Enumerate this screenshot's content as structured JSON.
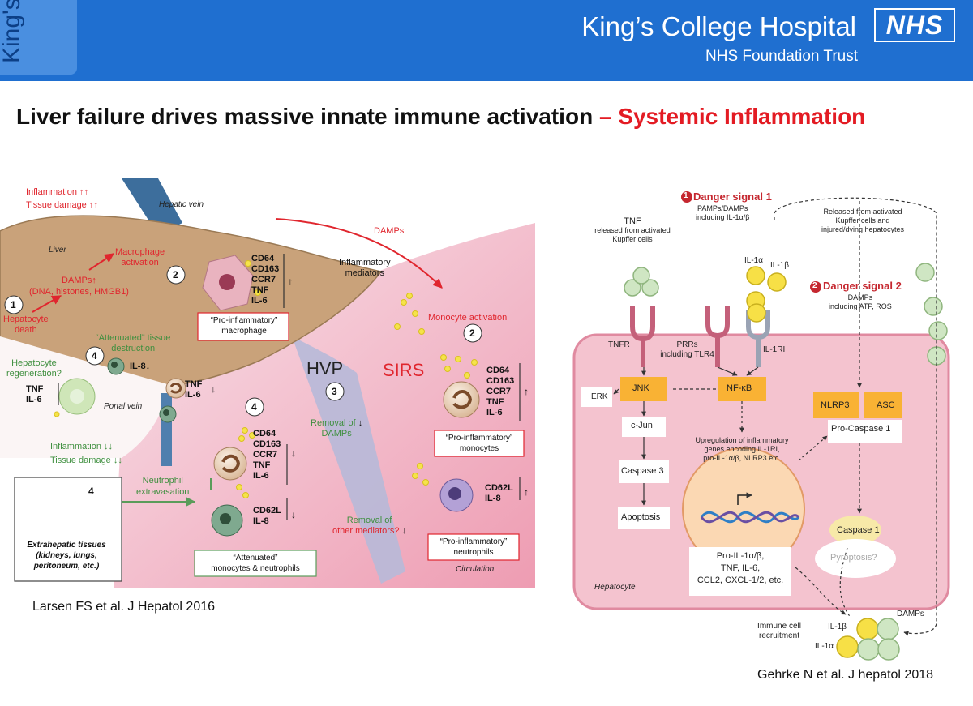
{
  "header": {
    "tab_text": "King's",
    "hospital_name": "King’s College Hospital",
    "trust_name": "NHS Foundation Trust",
    "nhs_logo": "NHS",
    "colors": {
      "bar": "#1f6fd0",
      "tab": "#4a8fe0"
    }
  },
  "slide": {
    "title_main": "Liver failure drives massive innate immune activation",
    "title_accent": "– Systemic Inflammation",
    "accent_color": "#e31b23"
  },
  "left_figure": {
    "inflammation": "Inflammation",
    "tissue_damage": "Tissue damage",
    "hepatic_vein": "Hepatic vein",
    "liver": "Liver",
    "macrophage_activation": [
      "Macrophage",
      "activation"
    ],
    "damps_list": [
      "DAMPs",
      "(DNA, histones, HMGB1)"
    ],
    "hepatocyte_death": [
      "Hepatocyte",
      "death"
    ],
    "attenuated_tissue": [
      "“Attenuated” tissue",
      "destruction"
    ],
    "hepatocyte_regeneration": [
      "Hepatocyte",
      "regeneration?"
    ],
    "il8": "IL-8",
    "tnf_il6": [
      "TNF",
      "IL-6"
    ],
    "portal_vein": "Portal vein",
    "inflammation_down": "Inflammation",
    "tissue_damage_down": "Tissue damage",
    "neutrophil_extravasation": [
      "Neutrophil",
      "extravasation"
    ],
    "extrahepatic": [
      "Extrahepatic tissues",
      "(kidneys, lungs,",
      "peritoneum, etc.)"
    ],
    "macrophage_markers": [
      "CD64",
      "CD163",
      "CCR7",
      "TNF",
      "IL-6"
    ],
    "pro_inflammatory_macrophage": [
      "“Pro-inflammatory”",
      "macrophage"
    ],
    "damps": "DAMPs",
    "inflammatory_mediators": [
      "Inflammatory",
      "mediators"
    ],
    "monocyte_activation": "Monocyte activation",
    "hvp": "HVP",
    "sirs": "SIRS",
    "removal_damps": [
      "Removal of",
      "DAMPs"
    ],
    "removal_mediators": [
      "Removal of",
      "other mediators?"
    ],
    "monocyte_markers": [
      "CD64",
      "CD163",
      "CCR7",
      "TNF",
      "IL-6"
    ],
    "pro_inflammatory_monocytes": [
      "“Pro-inflammatory”",
      "monocytes"
    ],
    "neutrophil_markers": [
      "CD62L",
      "IL-8"
    ],
    "pro_inflammatory_neutrophils": [
      "“Pro-inflammatory”",
      "neutrophils"
    ],
    "attenuated_cells": [
      "“Attenuated”",
      "monocytes & neutrophils"
    ],
    "circulation": "Circulation",
    "step_numbers": [
      "1",
      "2",
      "2",
      "3",
      "4",
      "4",
      "4"
    ],
    "citation": "Larsen FS et al. J Hepatol 2016"
  },
  "right_figure": {
    "danger1": {
      "number": "1",
      "title": "Danger signal 1",
      "sub": [
        "PAMPs/DAMPs",
        "including IL-1α/β"
      ]
    },
    "danger2": {
      "number": "2",
      "title": "Danger signal 2",
      "sub": [
        "DAMPs",
        "including ATP, ROS"
      ]
    },
    "tnf_label": [
      "TNF",
      "released from activated",
      "Kupffer cells"
    ],
    "released_label": [
      "Released from activated",
      "Kupffer cells and",
      "injured/dying hepatocytes"
    ],
    "il1a": "IL-1α",
    "il1b": "IL-1β",
    "tnfr": "TNFR",
    "prrs": [
      "PRRs",
      "including TLR4"
    ],
    "il1ri": "IL-1RI",
    "erk": "ERK",
    "jnk": "JNK",
    "nfkb": "NF-κB",
    "nlrp3": "NLRP3",
    "asc": "ASC",
    "pro_caspase": "Pro-Caspase 1",
    "cjun": "c-Jun",
    "caspase3": "Caspase 3",
    "apoptosis": "Apoptosis",
    "upregulation": [
      "Upregulation of inflammatory",
      "genes encoding IL-1RI,",
      "pro-IL-1α/β, NLRP3 etc."
    ],
    "caspase1": "Caspase 1",
    "pyroptosis": "Pyroptosis?",
    "output": [
      "Pro-IL-1α/β,",
      "TNF, IL-6,",
      "CCL2, CXCL-1/2, etc."
    ],
    "hepatocyte": "Hepatocyte",
    "immune_recruitment": [
      "Immune cell",
      "recruitment"
    ],
    "il1b_bottom": "IL-1β",
    "il1a_bottom": "IL-1α",
    "damps_bottom": "DAMPs",
    "citation": "Gehrke N et al. J hepatol 2018"
  }
}
